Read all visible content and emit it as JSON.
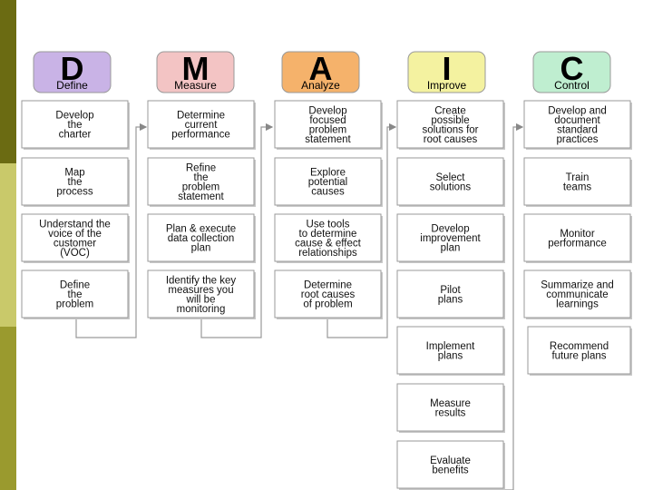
{
  "phases": [
    {
      "letter": "D",
      "name": "Define",
      "color": "#c9b3e6",
      "steps": [
        [
          "Develop",
          "the",
          "charter"
        ],
        [
          "Map",
          "the",
          "process"
        ],
        [
          "Understand the",
          "voice of the",
          "customer",
          "(VOC)"
        ],
        [
          "Define",
          "the",
          "problem"
        ]
      ]
    },
    {
      "letter": "M",
      "name": "Measure",
      "color": "#f3c4c4",
      "steps": [
        [
          "Determine",
          "current",
          "performance"
        ],
        [
          "Refine",
          "the",
          "problem",
          "statement"
        ],
        [
          "Plan & execute",
          "data collection",
          "plan"
        ],
        [
          "Identify the key",
          "measures you",
          "will be",
          "monitoring"
        ]
      ]
    },
    {
      "letter": "A",
      "name": "Analyze",
      "color": "#f5b26b",
      "steps": [
        [
          "Develop",
          "focused",
          "problem",
          "statement"
        ],
        [
          "Explore",
          "potential",
          "causes"
        ],
        [
          "Use tools",
          "to determine",
          "cause & effect",
          "relationships"
        ],
        [
          "Determine",
          "root causes",
          "of problem"
        ]
      ]
    },
    {
      "letter": "I",
      "name": "Improve",
      "color": "#f4f2a0",
      "steps": [
        [
          "Create",
          "possible",
          "solutions for",
          "root causes"
        ],
        [
          "Select",
          "solutions"
        ],
        [
          "Develop",
          "improvement",
          "plan"
        ],
        [
          "Pilot",
          "plans"
        ],
        [
          "Implement",
          "plans"
        ],
        [
          "Measure",
          "results"
        ],
        [
          "Evaluate",
          "benefits"
        ]
      ]
    },
    {
      "letter": "C",
      "name": "Control",
      "color": "#bfeed0",
      "steps": [
        [
          "Develop and",
          "document",
          "standard",
          "practices"
        ],
        [
          "Train",
          "teams"
        ],
        [
          "Monitor",
          "performance"
        ],
        [
          "Summarize and",
          "communicate",
          "learnings"
        ],
        [
          "Recommend",
          "future plans"
        ]
      ]
    }
  ]
}
